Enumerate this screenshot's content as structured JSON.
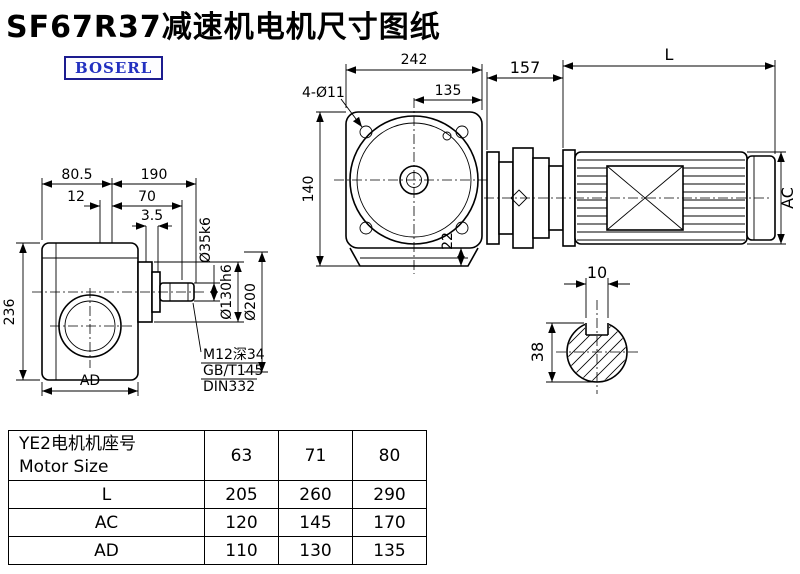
{
  "page": {
    "title": "SF67R37减速机电机尺寸图纸",
    "brand": "BOSERL",
    "accent_color": "#2230c0",
    "line_color": "#000000"
  },
  "drawing": {
    "left": {
      "d80_5": "80.5",
      "d190": "190",
      "d12": "12",
      "d70": "70",
      "d3_5": "3.5",
      "d236": "236",
      "dAD": "AD",
      "shaft_dia": "Ø35k6",
      "pilot_dia": "Ø130h6",
      "flange_dia": "Ø200",
      "note1": "M12深34",
      "note2": "GB/T145",
      "note3": "DIN332"
    },
    "front": {
      "d242": "242",
      "d135": "135",
      "holes": "4-Ø11",
      "d140": "140",
      "d22": "22"
    },
    "side": {
      "d157": "157",
      "dL": "L",
      "dAC": "AC"
    },
    "shaft": {
      "d10": "10",
      "d38": "38"
    }
  },
  "table": {
    "header": {
      "line1": "YE2电机机座号",
      "line2": "Motor Size",
      "sizes": [
        "63",
        "71",
        "80"
      ]
    },
    "rows": [
      {
        "label": "L",
        "values": [
          "205",
          "260",
          "290"
        ]
      },
      {
        "label": "AC",
        "values": [
          "120",
          "145",
          "170"
        ]
      },
      {
        "label": "AD",
        "values": [
          "110",
          "130",
          "135"
        ]
      }
    ]
  }
}
